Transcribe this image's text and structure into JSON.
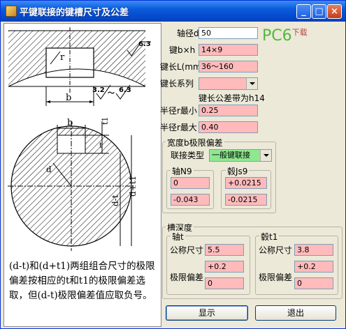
{
  "window": {
    "title": "平键联接的键槽尺寸及公差"
  },
  "logo": {
    "text": "PC6",
    "subtext": "下载"
  },
  "inputs": {
    "axis_diameter": {
      "label": "轴径d(mm)",
      "value": "50"
    },
    "key_bh": {
      "label": "键b×h",
      "value": "14×9"
    },
    "key_length": {
      "label": "键长L(mm)",
      "value": "36～160"
    },
    "key_series": {
      "label": "键长系列",
      "value": ""
    },
    "length_tolerance_note": "键长公差带为h14",
    "radius_min": {
      "label": "半径r最小",
      "value": "0.25"
    },
    "radius_max": {
      "label": "半径r最大",
      "value": "0.40"
    }
  },
  "width_group": {
    "title": "宽度b极限偏差",
    "join_type_label": "联接类型",
    "join_type_value": "一般键联接",
    "shaft": {
      "title": "轴N9",
      "upper": "0",
      "lower": "-0.043"
    },
    "hub": {
      "title": "毂Js9",
      "upper": "+0.0215",
      "lower": "-0.0215"
    }
  },
  "depth_group": {
    "title": "槽深度",
    "shaft": {
      "title": "轴t",
      "nominal_label": "公称尺寸",
      "nominal": "5.5",
      "tol_label": "极限偏差",
      "upper": "+0.2",
      "lower": "0"
    },
    "hub": {
      "title": "毂t1",
      "nominal_label": "公称尺寸",
      "nominal": "3.8",
      "tol_label": "极限偏差",
      "upper": "+0.2",
      "lower": "0"
    }
  },
  "note": "(d-t)和(d+t1)两组组合尺寸的极限偏差按相应的t和t1的极限偏差选取，但(d-t)极限偏差值应取负号。",
  "buttons": {
    "show": "显示",
    "exit": "退出"
  },
  "diagram": {
    "roughness_top": "6.3",
    "roughness_left": "3.2",
    "roughness_right": "6.3",
    "label_r": "r",
    "label_b_top": "b",
    "label_b_mid": "b",
    "label_t1": "t1",
    "label_t": "t",
    "label_d": "d",
    "label_dt": "d-t",
    "label_dt1": "d+t1"
  }
}
